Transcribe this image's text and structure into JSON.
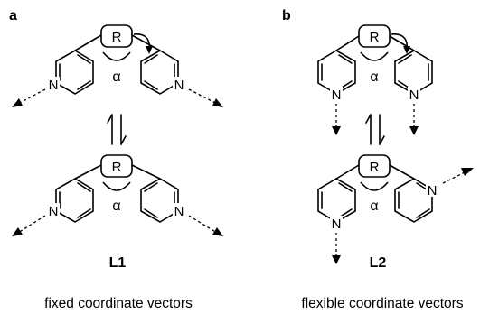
{
  "panels": [
    {
      "tag": "a",
      "group": "R",
      "angle": "α",
      "ligand": "L1",
      "caption": "fixed coordinate vectors",
      "atom": "N"
    },
    {
      "tag": "b",
      "group": "R",
      "angle": "α",
      "ligand": "L2",
      "caption": "flexible coordinate vectors",
      "atom": "N"
    }
  ]
}
